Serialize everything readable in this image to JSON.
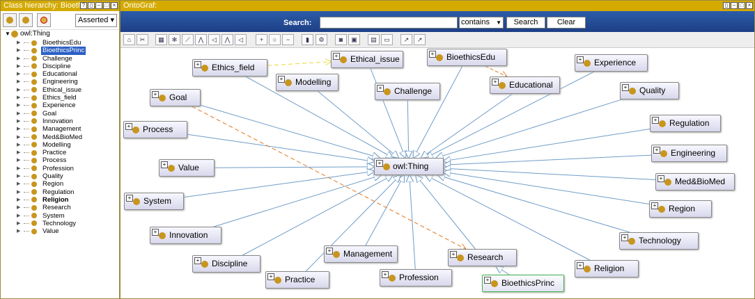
{
  "left_panel": {
    "title": "Class hierarchy: BioethicsPrinc",
    "asserted": "Asserted",
    "root": "owl:Thing",
    "items": [
      {
        "label": "BioethicsEdu"
      },
      {
        "label": "BioethicsPrinc",
        "selected": true
      },
      {
        "label": "Challenge"
      },
      {
        "label": "Discipline"
      },
      {
        "label": "Educational"
      },
      {
        "label": "Engineering"
      },
      {
        "label": "Ethical_issue"
      },
      {
        "label": "Ethics_field"
      },
      {
        "label": "Experience"
      },
      {
        "label": "Goal"
      },
      {
        "label": "Innovation"
      },
      {
        "label": "Management"
      },
      {
        "label": "Med&BioMed"
      },
      {
        "label": "Modelling"
      },
      {
        "label": "Practice"
      },
      {
        "label": "Process"
      },
      {
        "label": "Profession"
      },
      {
        "label": "Quality"
      },
      {
        "label": "Region"
      },
      {
        "label": "Regulation"
      },
      {
        "label": "Religion",
        "bold": true
      },
      {
        "label": "Research"
      },
      {
        "label": "System"
      },
      {
        "label": "Technology"
      },
      {
        "label": "Value"
      }
    ]
  },
  "right_panel": {
    "title": "OntoGraf:",
    "search_label": "Search:",
    "search_value": "",
    "match_mode": "contains",
    "search_button": "Search",
    "clear_button": "Clear"
  },
  "graph": {
    "center": "owl:Thing",
    "nodes": [
      "Ethics_field",
      "Ethical_issue",
      "BioethicsEdu",
      "Experience",
      "Modelling",
      "Challenge",
      "Educational",
      "Quality",
      "Goal",
      "Process",
      "Regulation",
      "Engineering",
      "Value",
      "Med&BioMed",
      "System",
      "Region",
      "Innovation",
      "Technology",
      "Discipline",
      "Management",
      "Research",
      "Religion",
      "Practice",
      "Profession",
      "BioethicsPrinc"
    ],
    "colors": {
      "accent": "#d4aa00",
      "edge": "#6f9cc8",
      "dashed_orange": "#e07820",
      "dashed_yellow": "#e8d830",
      "selected": "#3cb44b"
    }
  }
}
